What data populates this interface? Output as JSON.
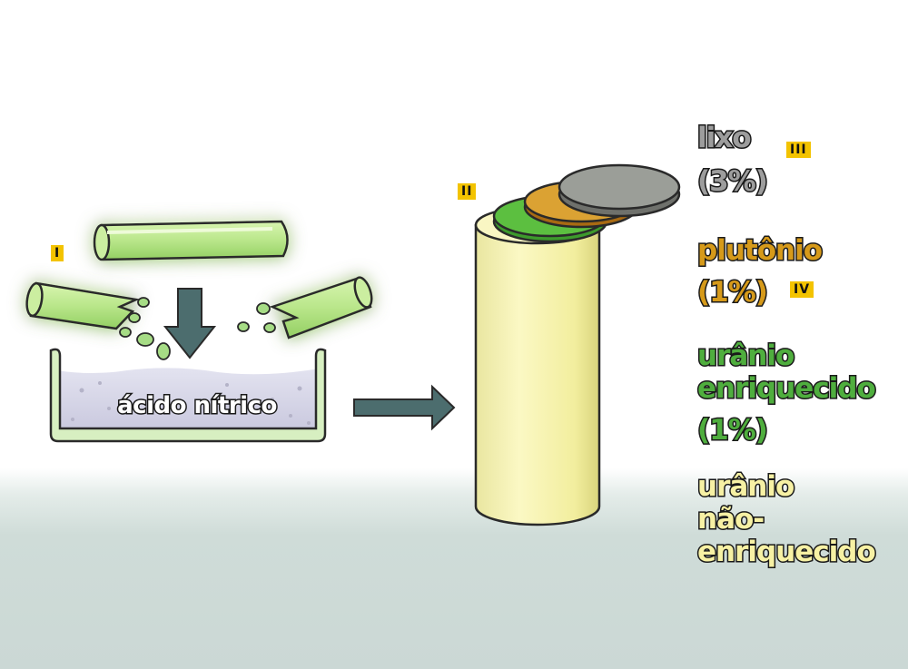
{
  "tags": {
    "i": "I",
    "ii": "II",
    "iii": "III",
    "iv": "IV"
  },
  "tank": {
    "label": "ácido nítrico"
  },
  "layers": [
    {
      "name": "lixo",
      "percent": "(3%)",
      "color": "#9d9d9d"
    },
    {
      "name": "plutônio",
      "percent": "(1%)",
      "color": "#d69a1a"
    },
    {
      "name": "urânio enriquecido",
      "line1": "urânio",
      "line2": "enriquecido",
      "percent": "(1%)",
      "color": "#4fae3e"
    },
    {
      "name": "urânio não-enriquecido",
      "line1": "urânio",
      "line2": "não-",
      "line3": "enriquecido",
      "color": "#f7f1a4"
    }
  ]
}
